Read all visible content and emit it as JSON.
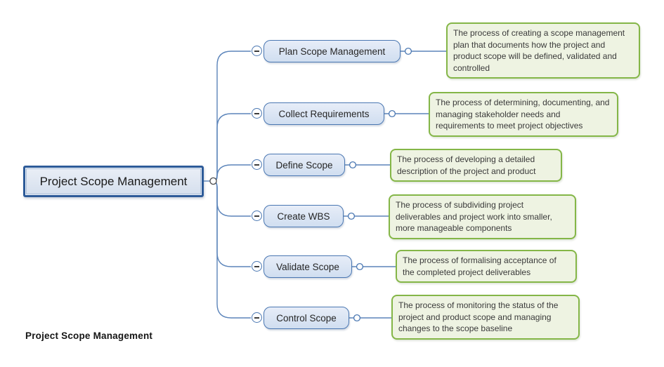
{
  "diagram": {
    "title": "Project Scope Management",
    "caption": "Project Scope Management"
  },
  "root": {
    "label": "Project Scope Management"
  },
  "branches": [
    {
      "label": "Plan Scope Management",
      "description": "The process of creating a scope management plan that documents how the project and product scope will be defined, validated and controlled"
    },
    {
      "label": "Collect Requirements",
      "description": "The process of determining, documenting, and managing stakeholder needs and requirements to meet project objectives"
    },
    {
      "label": "Define Scope",
      "description": "The process of developing a detailed description of the project and product"
    },
    {
      "label": "Create WBS",
      "description": "The process of subdividing project deliverables and project work into smaller, more manageable components"
    },
    {
      "label": "Validate Scope",
      "description": "The process of formalising acceptance of the completed project deliverables"
    },
    {
      "label": "Control Scope",
      "description": "The process of monitoring the status of the project and product scope and managing changes to the scope baseline"
    }
  ],
  "colors": {
    "topic_border": "#4a77b2",
    "topic_fill": "#dce6f4",
    "root_border": "#2d5b99",
    "description_border": "#84b647",
    "description_fill": "#eef3e2",
    "connector_line": "#5b84ba",
    "text": "#333333"
  }
}
